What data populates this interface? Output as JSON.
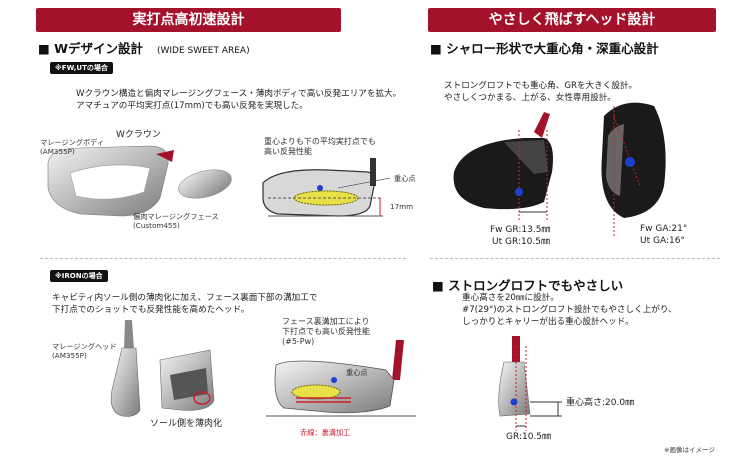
{
  "left": {
    "banner": "実打点高初速設計",
    "w_section": {
      "heading": "■ Wデザイン設計",
      "heading_sub": "(WIDE SWEET AREA)",
      "tag": "※FW,UTの場合",
      "body_lines": [
        "Wクラウン構造と偏肉マレージングフェース・薄肉ボディで高い反発エリアを拡大。",
        "アマチュアの平均実打点(17mm)でも高い反発を実現した。"
      ],
      "label_body": "マレージングボディ\n(AM355P)",
      "label_crown": "Wクラウン",
      "label_face": "偏肉マレージングフェース\n(Custom455)",
      "callout_cg": "重心よりも下の平均実打点でも\n高い反発性能",
      "label_cg": "重心点",
      "dim_17": "17mm"
    },
    "iron_section": {
      "tag": "※IRONの場合",
      "body_lines": [
        "キャビティ内ソール側の薄肉化に加え、フェース裏面下部の溝加工で",
        "下打点でのショットでも反発性能を高めたヘッド。"
      ],
      "label_head": "マレージングヘッド\n(AM355P)",
      "label_sole": "ソール側を薄肉化",
      "callout": "フェース裏溝加工により\n下打点でも高い反発性能\n(#5-Pw)",
      "label_cg": "重心点",
      "legend_red": "赤線：裏溝加工"
    }
  },
  "right": {
    "banner": "やさしく飛ばすヘッド設計",
    "shallow": {
      "heading": "■ シャロー形状で大重心角・深重心設計",
      "body_lines": [
        "ストロングロフトでも重心角、GRを大きく設計。",
        "やさしくつかまる、上がる、女性専用設計。"
      ],
      "gr_lines": [
        "Fw GR:13.5㎜",
        "Ut GR:10.5㎜"
      ],
      "ga_lines": [
        "Fw GA:21°",
        "Ut GA:16°"
      ]
    },
    "strong": {
      "heading": "■ ストロングロフトでもやさしい",
      "body_lines": [
        "重心高さを20㎜に設計。",
        "#7(29°)のストロングロフト設計でもやさしく上がり、",
        "しっかりとキャリーが出る重心設計ヘッド。"
      ],
      "label_height": "重心高さ:20.0㎜",
      "label_gr": "GR:10.5㎜"
    }
  },
  "footnote": "※画像はイメージ",
  "colors": {
    "banner": "#a3122a",
    "accent_red": "#cc1f2f",
    "cg_dot": "#1f3fd1",
    "sweet_area": "#e8e047"
  }
}
